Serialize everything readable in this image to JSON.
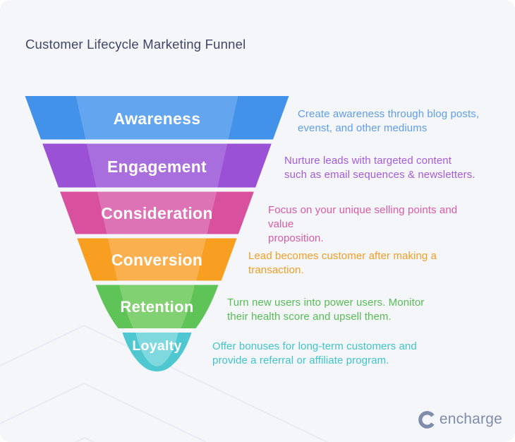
{
  "title": "Customer Lifecycle Marketing Funnel",
  "colors": {
    "background": "#f5f6fa",
    "title": "#3f4565",
    "pattern_line": "#e9ecf2"
  },
  "stages": [
    {
      "label": "Awareness",
      "description": "Create awareness through blog posts,\nevenst, and other mediums",
      "color_dark": "#4292e9",
      "color_light": "#63a5ee",
      "desc_color": "#5f9df0"
    },
    {
      "label": "Engagement",
      "description": "Nurture leads with targeted content\nsuch as email sequences & newsletters.",
      "color_dark": "#9b51d5",
      "color_light": "#a96edd",
      "desc_color": "#a55bdb"
    },
    {
      "label": "Consideration",
      "description": "Focus on your unique selling points and value\nproposition.",
      "color_dark": "#d9509f",
      "color_light": "#dd73b5",
      "desc_color": "#dd58a5"
    },
    {
      "label": "Conversion",
      "description": "Lead becomes customer after making a\ntransaction.",
      "color_dark": "#f89e20",
      "color_light": "#fab04e",
      "desc_color": "#f59d22"
    },
    {
      "label": "Retention",
      "description": "Turn new users into power users. Monitor\ntheir health score and upsell them.",
      "color_dark": "#5ec457",
      "color_light": "#81d173",
      "desc_color": "#56bd53"
    },
    {
      "label": "Loyalty",
      "description": "Offer bonuses for long-term customers and\nprovide a referral or affiliate program.",
      "color_dark": "#4ec7d1",
      "color_light": "#7fd8de",
      "desc_color": "#3ec4ce"
    }
  ],
  "brand": {
    "name": "encharge",
    "color": "#7e8dab"
  }
}
